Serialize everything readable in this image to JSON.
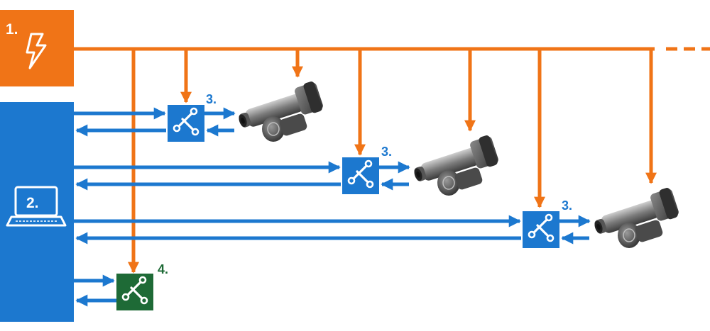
{
  "colors": {
    "power": "#F07417",
    "control": "#1C78CF",
    "safety": "#1E6A36",
    "white": "#FFFFFF",
    "actuator_dark": "#3A3A3A",
    "actuator_mid": "#6E6E6E",
    "actuator_light": "#BDBDBD"
  },
  "labels": {
    "power_supply": "1.",
    "control_computer": "2.",
    "switch_1": "3.",
    "switch_2": "3.",
    "switch_3": "3.",
    "safety_switch": "4."
  },
  "icons": {
    "power_supply": "lightning-icon",
    "control_computer": "laptop-icon",
    "switch": "switch-symbol-icon",
    "actuator": "linear-actuator-image"
  }
}
